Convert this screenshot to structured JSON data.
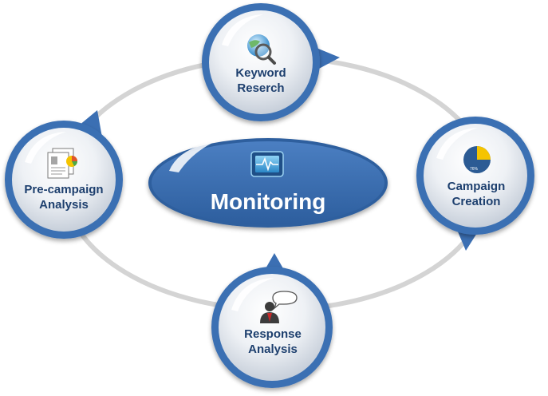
{
  "center": {
    "title": "Monitoring",
    "icon": "monitor-heartbeat-icon"
  },
  "nodes": [
    {
      "id": "keyword-research",
      "line1": "Keyword",
      "line2": "Reserch",
      "icon": "globe-magnifier-icon"
    },
    {
      "id": "campaign-creation",
      "line1": "Campaign",
      "line2": "Creation",
      "icon": "pie-chart-icon",
      "icon_text": "76%"
    },
    {
      "id": "response-analysis",
      "line1": "Response",
      "line2": "Analysis",
      "icon": "person-speech-bubble-icon"
    },
    {
      "id": "pre-campaign-analysis",
      "line1": "Pre-campaign",
      "line2": "Analysis",
      "icon": "report-document-icon"
    }
  ],
  "colors": {
    "primary_blue": "#3b6fb3",
    "dark_blue": "#1d3f6e",
    "ring_gray": "#d4d4d4",
    "node_fill_light": "#ffffff",
    "node_fill_dark": "#cfd6df",
    "accent_yellow": "#f5c400"
  }
}
